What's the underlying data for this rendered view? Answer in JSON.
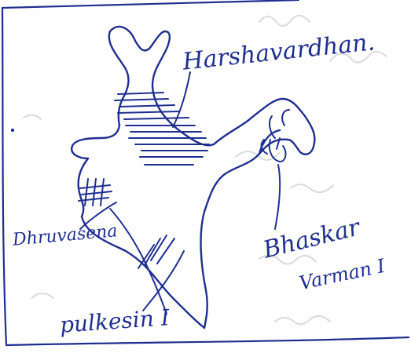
{
  "colors": {
    "ink": "#1f2f8f",
    "paper": "#ffffff",
    "ghost": "#d4d6dc"
  },
  "labels": {
    "harshavardhan": "Harshavardhan.",
    "dhruvasena": "Dhruvasena",
    "bhaskar": "Bhaskar",
    "varman": "Varman I",
    "pulkesin": "pulkesin I"
  }
}
